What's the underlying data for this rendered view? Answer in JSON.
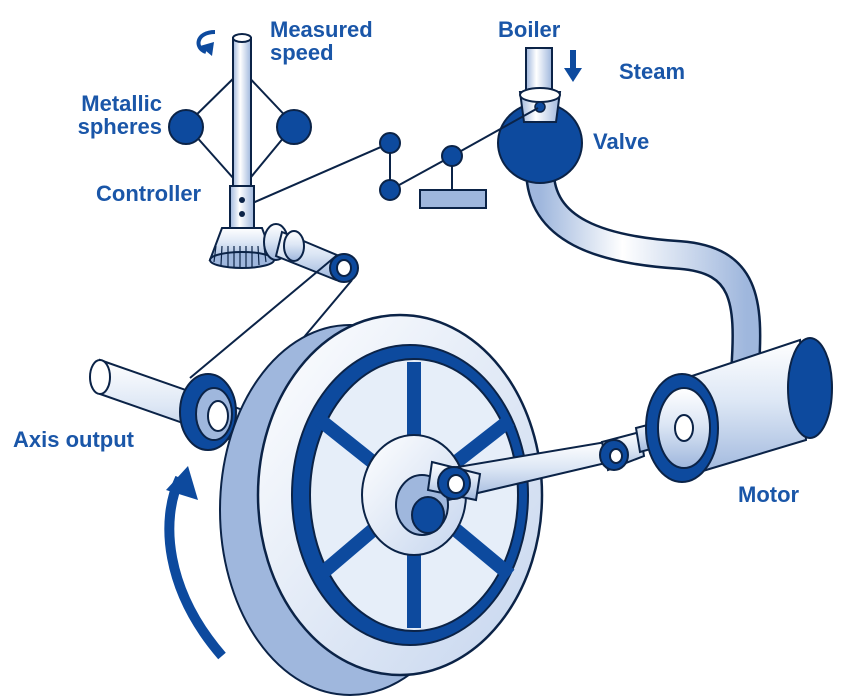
{
  "labels": {
    "measured_speed": [
      "Measured",
      "speed"
    ],
    "boiler": "Boiler",
    "steam": "Steam",
    "metallic_spheres": [
      "Metallic",
      "spheres"
    ],
    "valve": "Valve",
    "controller": "Controller",
    "axis_output": "Axis output",
    "motor": "Motor"
  },
  "colors": {
    "text": "#1a56a8",
    "dark_blue": "#0d4a9e",
    "light_fill": "#d6e2f3",
    "outline": "#0b2347"
  },
  "icons": [
    "rotation-arrow-icon",
    "steam-flow-arrow-icon",
    "flywheel-rotation-arrow-icon"
  ]
}
